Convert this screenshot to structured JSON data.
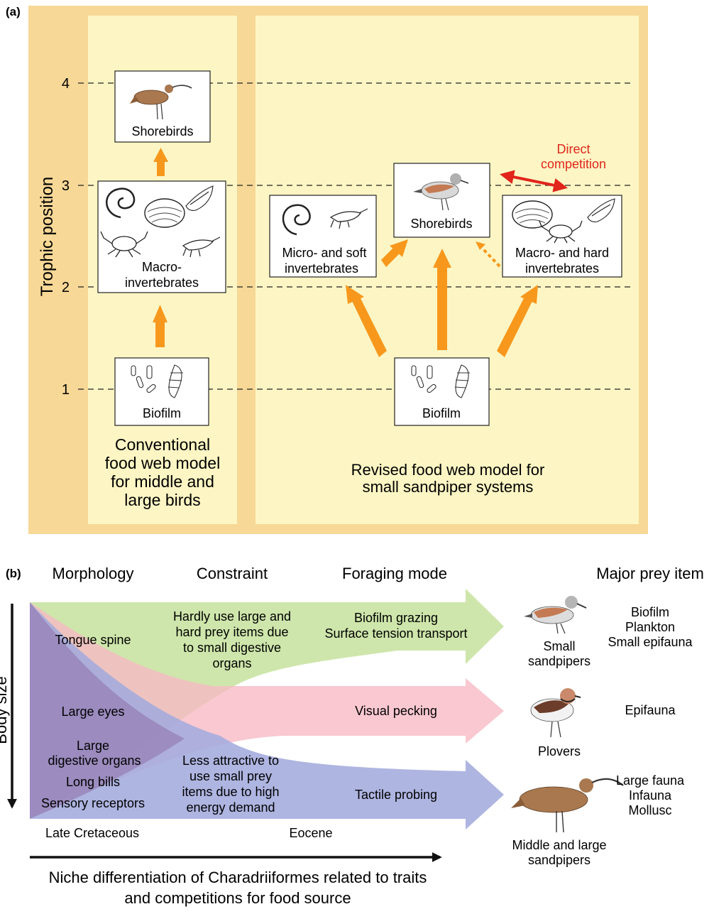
{
  "panel_a": {
    "label": "(a)",
    "y_axis_label": "Trophic position",
    "ticks": [
      "1",
      "2",
      "3",
      "4"
    ],
    "conventional": {
      "top_box": "Shorebirds",
      "mid_box": [
        "Macro-",
        "invertebrates"
      ],
      "bottom_box": "Biofilm",
      "caption": [
        "Conventional",
        "food web model",
        "for middle and",
        "large birds"
      ]
    },
    "revised": {
      "shorebirds_box": "Shorebirds",
      "soft_box": [
        "Micro- and soft",
        "invertebrates"
      ],
      "hard_box": [
        "Macro- and hard",
        "invertebrates"
      ],
      "bottom_box": "Biofilm",
      "competition": [
        "Direct",
        "competition"
      ],
      "caption": [
        "Revised food web model for",
        "small sandpiper systems"
      ]
    },
    "colors": {
      "outer_bg": "#f7d896",
      "inner_bg": "#fdf6c4",
      "arrow": "#f7981d",
      "competition": "#e1251b"
    }
  },
  "panel_b": {
    "label": "(b)",
    "headers": [
      "Morphology",
      "Constraint",
      "Foraging mode",
      "Major prey item"
    ],
    "y_axis_label": "Body size",
    "traits": [
      "Tongue spine",
      "Large eyes",
      "Large",
      "digestive organs",
      "Long bills",
      "Sensory receptors"
    ],
    "constraints": {
      "green": [
        "Hardly use large and",
        "hard prey items due",
        "to small digestive",
        "organs"
      ],
      "blue": [
        "Less attractive to",
        "use small prey",
        "items due to high",
        "energy demand"
      ]
    },
    "modes": {
      "green": [
        "Biofilm grazing",
        "Surface tension transport"
      ],
      "pink": "Visual pecking",
      "blue": "Tactile probing"
    },
    "birds": {
      "small": [
        "Small",
        "sandpipers"
      ],
      "plovers": "Plovers",
      "large": [
        "Middle and large",
        "sandpipers"
      ]
    },
    "prey": {
      "small": [
        "Biofilm",
        "Plankton",
        "Small epifauna"
      ],
      "plovers": "Epifauna",
      "large": [
        "Large fauna",
        "Infauna",
        "Mollusc"
      ]
    },
    "periods": [
      "Late Cretaceous",
      "Eocene"
    ],
    "caption": [
      "Niche differentiation of Charadriiformes related to traits",
      "and competitions for food source"
    ],
    "colors": {
      "green": "#c9e3a2",
      "pink": "#f7b8c4",
      "blue": "#a3abdd"
    }
  }
}
